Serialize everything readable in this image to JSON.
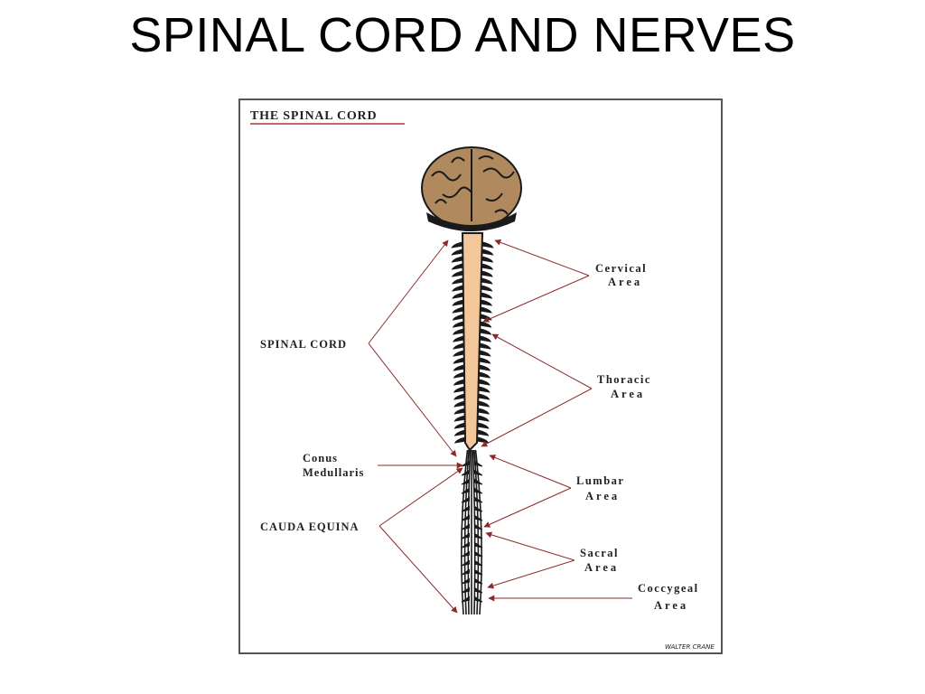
{
  "slide": {
    "title": "SPINAL CORD AND NERVES"
  },
  "figure": {
    "title": "THE SPINAL CORD",
    "signature": "WALTER CRANE",
    "labels": {
      "spinal_cord": "SPINAL CORD",
      "conus_1": "Conus",
      "conus_2": "Medullaris",
      "cauda": "CAUDA EQUINA",
      "cervical_1": "Cervical",
      "cervical_2": "Area",
      "thoracic_1": "Thoracic",
      "thoracic_2": "Area",
      "lumbar_1": "Lumbar",
      "lumbar_2": "Area",
      "sacral_1": "Sacral",
      "sacral_2": "Area",
      "coccygeal_1": "Coccygeal",
      "coccygeal_2": "Area"
    },
    "colors": {
      "brain": "#b08a5e",
      "cord": "#f4c79a",
      "pointer": "#8b2a2a",
      "title_underline": "#a33"
    }
  }
}
